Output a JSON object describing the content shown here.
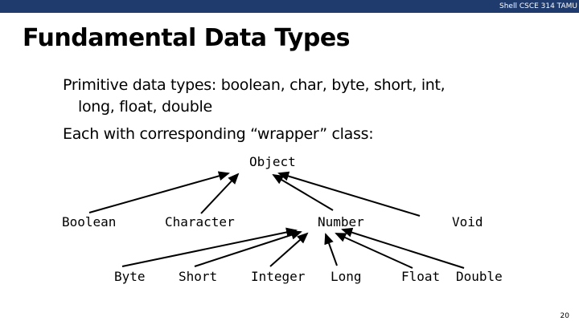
{
  "header": {
    "label": "Shell CSCE 314 TAMU"
  },
  "slide": {
    "title": "Fundamental Data Types",
    "line1": "Primitive data types: boolean, char, byte, short, int,",
    "line2": "long, float, double",
    "line3": "Each with corresponding “wrapper” class:",
    "page_number": "20"
  },
  "diagram": {
    "root": "Object",
    "level1": [
      "Boolean",
      "Character",
      "Number",
      "Void"
    ],
    "level2": [
      "Byte",
      "Short",
      "Integer",
      "Long",
      "Float",
      "Double"
    ]
  },
  "colors": {
    "topbar": "#1f3b6d"
  }
}
